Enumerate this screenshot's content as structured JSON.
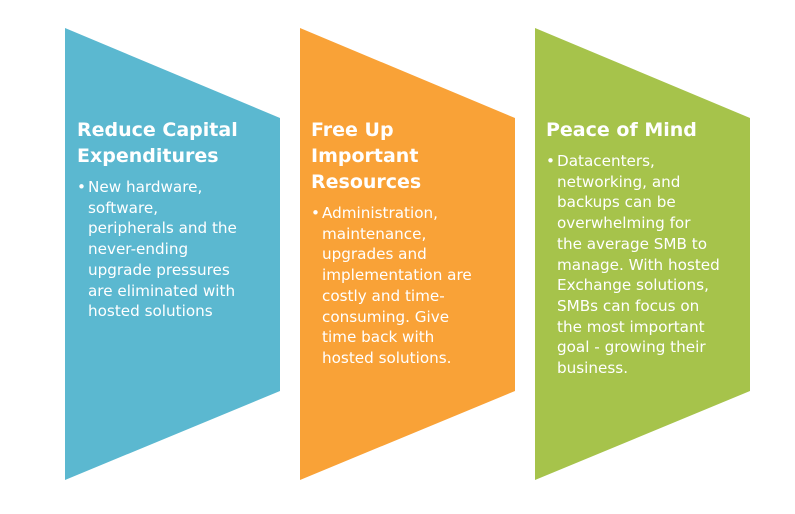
{
  "colors": {
    "panel1": "#5BB8D0",
    "panel2": "#F9A237",
    "panel3": "#A6C34B",
    "text": "#FFFFFF"
  },
  "bullet_glyph": "•",
  "panels": [
    {
      "title_lines": [
        "Reduce Capital",
        "Expenditures"
      ],
      "body_lines": [
        "New hardware,",
        "software,",
        "peripherals and the",
        "never-ending",
        "upgrade pressures",
        "are eliminated with",
        "hosted solutions"
      ]
    },
    {
      "title_lines": [
        "Free Up",
        "Important",
        "Resources"
      ],
      "body_lines": [
        "Administration,",
        "maintenance,",
        "upgrades and",
        "implementation are",
        "costly and time-",
        "consuming. Give",
        "time back with",
        "hosted solutions."
      ]
    },
    {
      "title_lines": [
        "Peace of Mind"
      ],
      "body_lines": [
        "Datacenters,",
        "networking, and",
        "backups can be",
        "overwhelming for",
        "the average SMB to",
        "manage. With hosted",
        "Exchange solutions,",
        "SMBs can focus on",
        "the most important",
        "goal - growing their",
        "business."
      ]
    }
  ]
}
